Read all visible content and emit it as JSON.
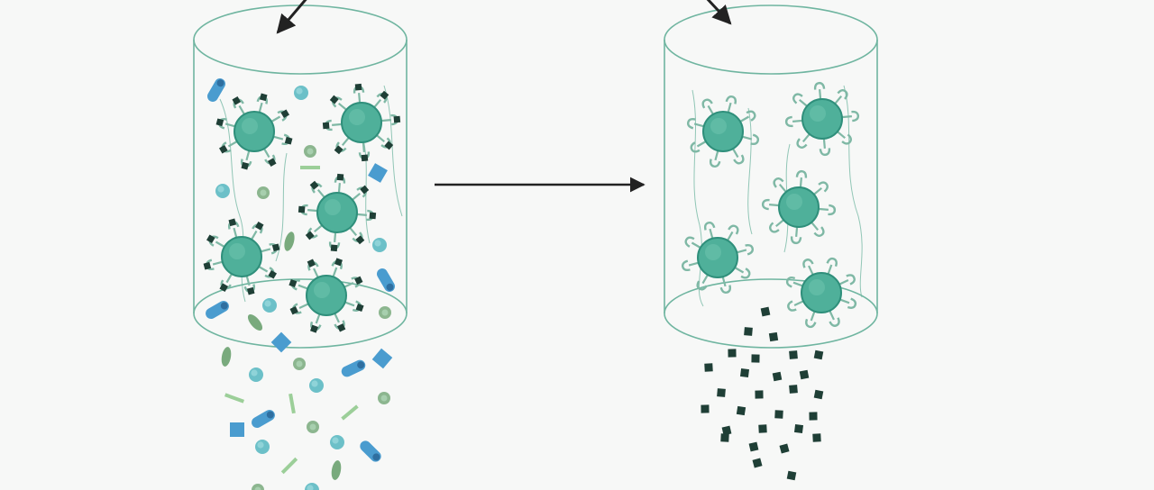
{
  "diagram": {
    "left_column": {
      "name": "column-with-mixed-sample",
      "beads": 5,
      "bead_ligand": "bound-target"
    },
    "right_column": {
      "name": "column-after-elution",
      "beads": 5,
      "bead_ligand": "empty-receptor"
    },
    "arrow_icon": "right-arrow-icon",
    "colors": {
      "column_stroke": "#6fb5a0",
      "bead_fill": "#4fb09a",
      "bead_stroke": "#2f8f7b",
      "receptor": "#7fb8a5",
      "target": "#1f3f36",
      "contaminant_blue": "#4a9ccf",
      "contaminant_teal": "#6cc0c8",
      "contaminant_green": "#79aa7d",
      "contaminant_light_green": "#9ccf99",
      "arrow": "#222222"
    }
  }
}
